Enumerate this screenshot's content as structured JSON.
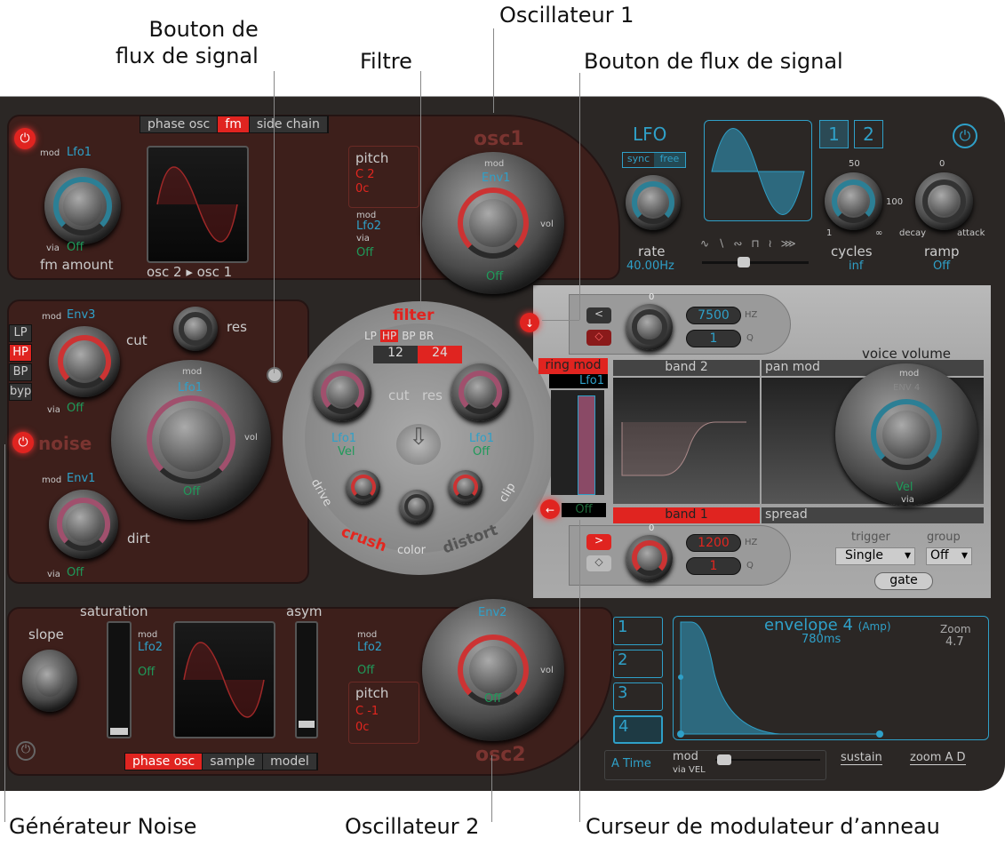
{
  "callouts": {
    "signal_flow_left": "Bouton de\nflux de signal",
    "filter": "Filtre",
    "osc1": "Oscillateur 1",
    "signal_flow_right": "Bouton de flux de signal",
    "noise": "Générateur Noise",
    "osc2": "Oscillateur 2",
    "ring_mod": "Curseur de modulateur d’anneau"
  },
  "osc1": {
    "tabs": [
      "phase osc",
      "fm",
      "side chain"
    ],
    "active_tab": "fm",
    "title": "osc1",
    "mod_label": "mod",
    "mod_value": "Lfo1",
    "via_label": "via",
    "via_value": "Off",
    "knob_label": "fm amount",
    "route": "osc 2 ▸ osc 1",
    "pitch_label": "pitch",
    "pitch_note": "C 2",
    "pitch_cents": "0c",
    "pitch_mod": "Lfo2",
    "pitch_via": "Off",
    "vol_mod": "Env1",
    "vol_via": "Off",
    "vol_label": "vol"
  },
  "noise": {
    "filter_types": [
      "LP",
      "HP",
      "BP",
      "byp"
    ],
    "active_type": "HP",
    "cut_mod": "Env3",
    "cut_via": "Off",
    "cut_label": "cut",
    "res_label": "res",
    "title": "noise",
    "vol_mod": "Lfo1",
    "vol_via": "Off",
    "vol_label": "vol",
    "dirt_mod": "Env1",
    "dirt_via": "Off",
    "dirt_label": "dirt"
  },
  "filter": {
    "title": "filter",
    "types": [
      "LP",
      "HP",
      "BP",
      "BR"
    ],
    "active_type": "HP",
    "slopes": [
      "12",
      "24"
    ],
    "active_slope": "24",
    "cut_label": "cut",
    "res_label": "res",
    "cut_mod": "Lfo1",
    "cut_via": "Vel",
    "res_mod": "Lfo1",
    "res_via": "Off",
    "drive_label": "drive",
    "color_label": "color",
    "clip_label": "clip",
    "modes": [
      "crush",
      "distort"
    ],
    "active_mode": "crush"
  },
  "ring_mod": {
    "label": "ring mod",
    "source": "Lfo1",
    "via": "Off",
    "level": 0.95
  },
  "lfo": {
    "title": "LFO",
    "sync": "sync",
    "free": "free",
    "rate_label": "rate",
    "rate_value": "40.00Hz",
    "pages": [
      "1",
      "2"
    ],
    "active_page": "1",
    "cycles_label": "cycles",
    "cycles_value": "inf",
    "cycles_ticks": [
      "50",
      "100",
      "1",
      "∞"
    ],
    "ramp_label": "ramp",
    "ramp_value": "Off",
    "ramp_ticks": [
      "0",
      "decay",
      "attack"
    ],
    "waveforms": "∿ ∖ ∾ ⊓ ≀ ⋙"
  },
  "eq": {
    "band2": {
      "label": "band 2",
      "freq": "7500",
      "q": "1",
      "zero": "0"
    },
    "band1": {
      "label": "band 1",
      "freq": "1200",
      "q": "1",
      "zero": "0"
    },
    "hz": "HZ",
    "q_unit": "Q",
    "pan_mod": "pan mod",
    "spread": "spread"
  },
  "voice": {
    "title": "voice volume",
    "mod": "mod",
    "mod_value": "ENV 4",
    "via_value": "Vel",
    "via": "via",
    "trigger_label": "trigger",
    "trigger_value": "Single",
    "group_label": "group",
    "group_value": "Off",
    "gate": "gate"
  },
  "osc2": {
    "title": "osc2",
    "tabs": [
      "phase osc",
      "sample",
      "model"
    ],
    "active_tab": "phase osc",
    "slope_label": "slope",
    "saturation_label": "saturation",
    "asym_label": "asym",
    "sat_mod": "Lfo2",
    "sat_via": "Off",
    "pitch_label": "pitch",
    "pitch_note": "C -1",
    "pitch_cents": "0c",
    "pitch_mod": "Lfo2",
    "pitch_via": "Off",
    "vol_mod": "Env2",
    "vol_via": "Off",
    "vol_label": "vol"
  },
  "envelope": {
    "buttons": [
      "1",
      "2",
      "3",
      "4"
    ],
    "active": "4",
    "title": "envelope 4",
    "subtitle": "(Amp)",
    "time": "780ms",
    "zoom_label": "Zoom",
    "zoom_value": "4.7",
    "a_time": "A Time",
    "mod": "mod",
    "via_vel": "via VEL",
    "sustain": "sustain",
    "zoom_ad": "zoom A D"
  },
  "colors": {
    "accent_red": "#e02420",
    "accent_blue": "#2fa0c8",
    "panel_maroon": "#3d1f1b"
  }
}
